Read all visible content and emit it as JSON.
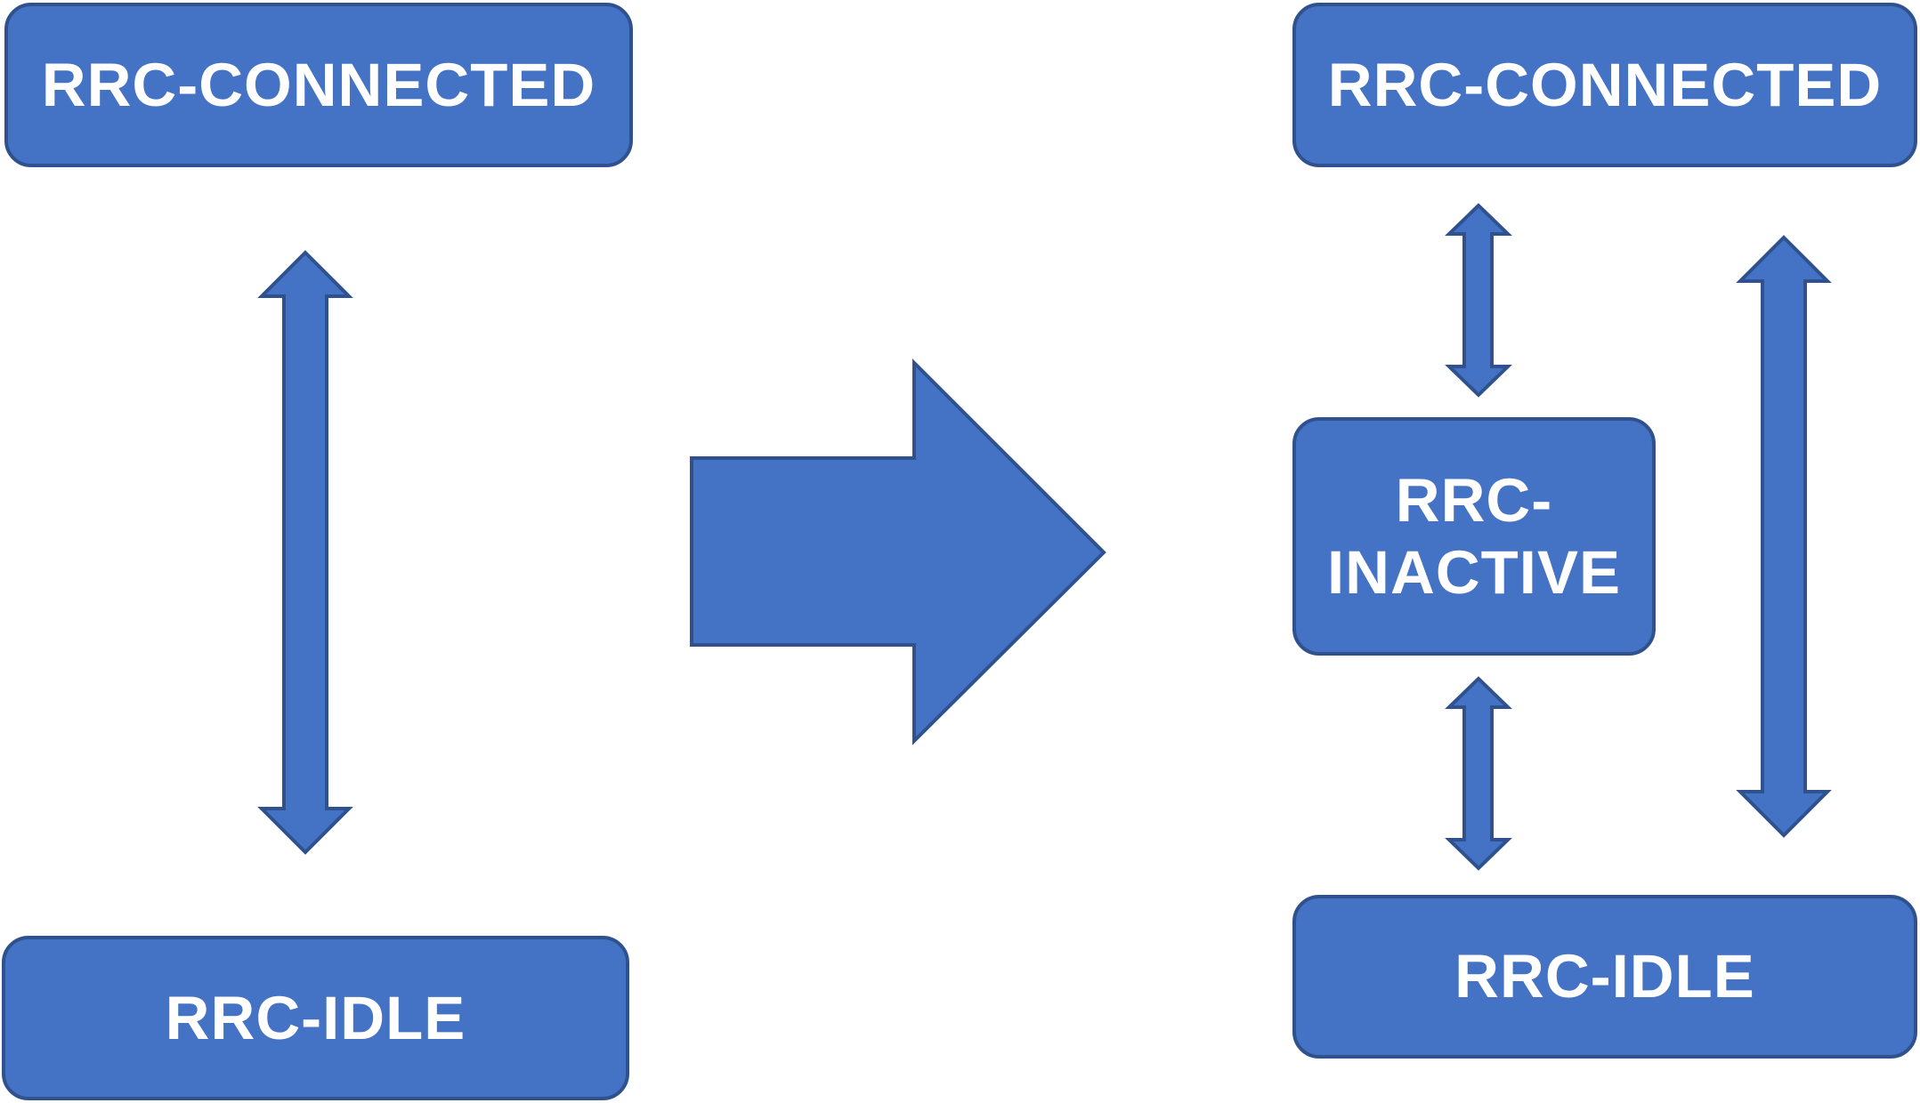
{
  "diagram": {
    "colors": {
      "fill": "#4472C4",
      "border": "#2F528F",
      "text": "#FFFFFF",
      "background": "#FFFFFF"
    },
    "before": {
      "connected_label": "RRC-CONNECTED",
      "idle_label": "RRC-IDLE"
    },
    "after": {
      "connected_label": "RRC-CONNECTED",
      "inactive_label_line1": "RRC-",
      "inactive_label_line2": "INACTIVE",
      "idle_label": "RRC-IDLE"
    },
    "arrows": {
      "transition": "right-arrow",
      "links": "double-headed-arrow"
    }
  }
}
